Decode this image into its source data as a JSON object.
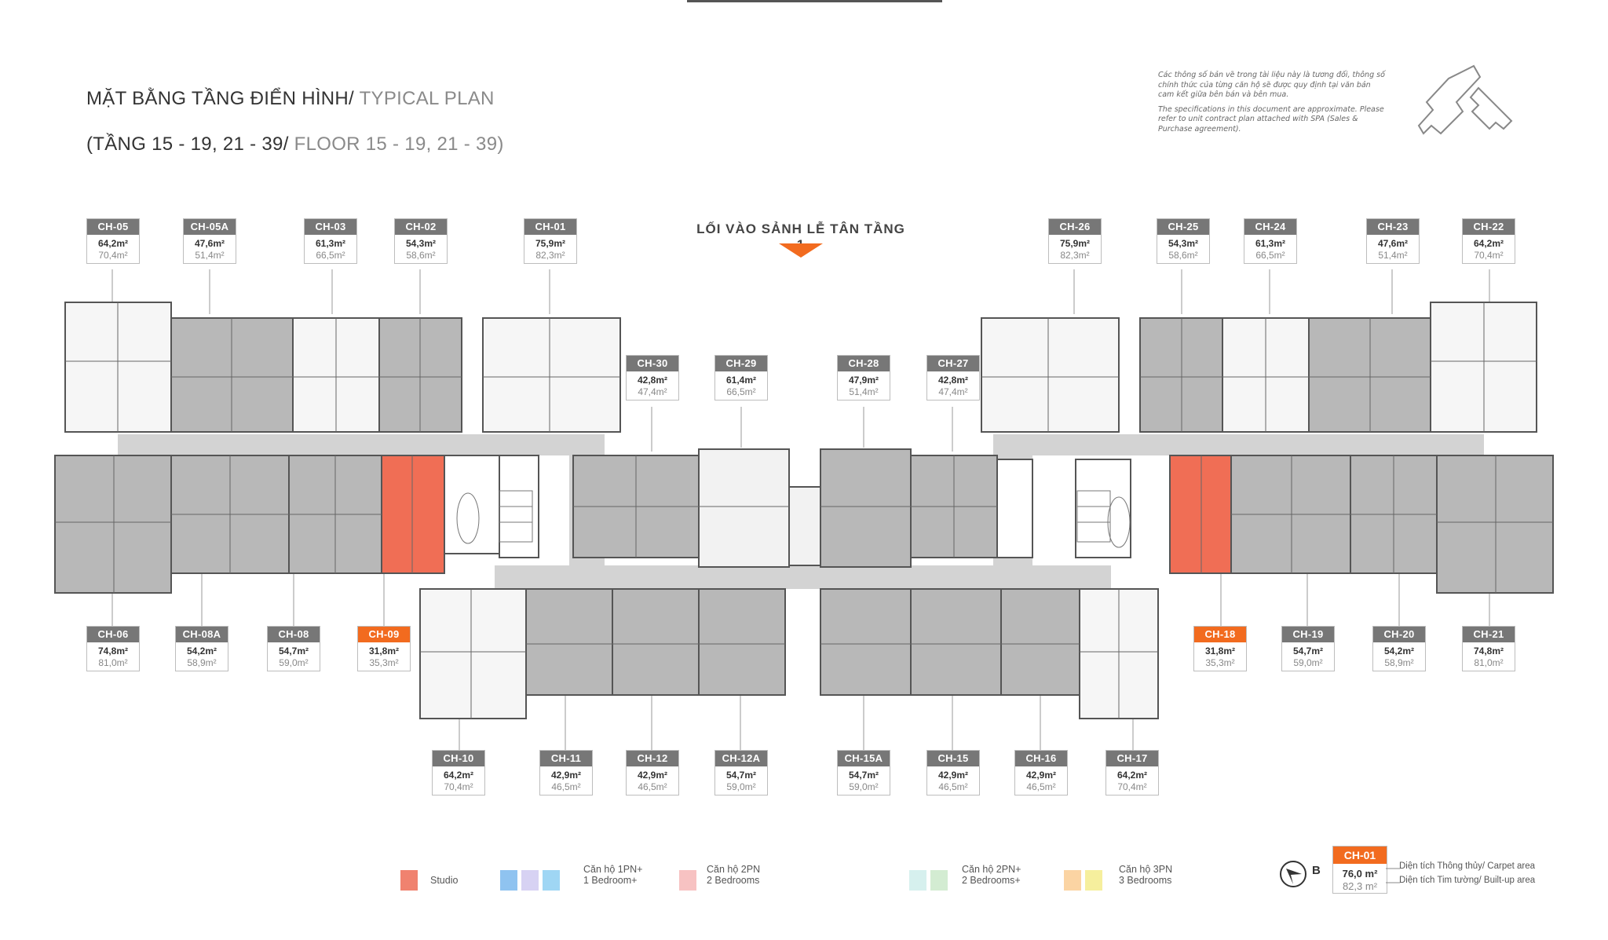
{
  "title": {
    "main_vi": "MẶT BẰNG TẦNG ĐIỂN HÌNH/ ",
    "main_en": "TYPICAL PLAN",
    "floors_vi": "(TẦNG 15 - 19, 21 - 39/ ",
    "floors_en": "FLOOR 15 - 19, 21 - 39)"
  },
  "disclaimer": {
    "vi": "Các thông số bản vẽ trong tài liệu này là tương đối, thông số chính thức của từng căn hộ sẽ được quy định tại văn bản cam kết giữa bên bán và bên mua.",
    "en": "The specifications in this document are approximate. Please refer to unit contract plan attached with SPA (Sales & Purchase agreement)."
  },
  "entrance_label": "LỐI VÀO SẢNH LỄ TÂN TẦNG 1",
  "units": [
    {
      "code": "CH-05",
      "carpet": "64,2m²",
      "built": "70,4m²",
      "hl": false
    },
    {
      "code": "CH-05A",
      "carpet": "47,6m²",
      "built": "51,4m²",
      "hl": false
    },
    {
      "code": "CH-03",
      "carpet": "61,3m²",
      "built": "66,5m²",
      "hl": false
    },
    {
      "code": "CH-02",
      "carpet": "54,3m²",
      "built": "58,6m²",
      "hl": false
    },
    {
      "code": "CH-01",
      "carpet": "75,9m²",
      "built": "82,3m²",
      "hl": false
    },
    {
      "code": "CH-26",
      "carpet": "75,9m²",
      "built": "82,3m²",
      "hl": false
    },
    {
      "code": "CH-25",
      "carpet": "54,3m²",
      "built": "58,6m²",
      "hl": false
    },
    {
      "code": "CH-24",
      "carpet": "61,3m²",
      "built": "66,5m²",
      "hl": false
    },
    {
      "code": "CH-23",
      "carpet": "47,6m²",
      "built": "51,4m²",
      "hl": false
    },
    {
      "code": "CH-22",
      "carpet": "64,2m²",
      "built": "70,4m²",
      "hl": false
    },
    {
      "code": "CH-30",
      "carpet": "42,8m²",
      "built": "47,4m²",
      "hl": false
    },
    {
      "code": "CH-29",
      "carpet": "61,4m²",
      "built": "66,5m²",
      "hl": false
    },
    {
      "code": "CH-28",
      "carpet": "47,9m²",
      "built": "51,4m²",
      "hl": false
    },
    {
      "code": "CH-27",
      "carpet": "42,8m²",
      "built": "47,4m²",
      "hl": false
    },
    {
      "code": "CH-06",
      "carpet": "74,8m²",
      "built": "81,0m²",
      "hl": false
    },
    {
      "code": "CH-08A",
      "carpet": "54,2m²",
      "built": "58,9m²",
      "hl": false
    },
    {
      "code": "CH-08",
      "carpet": "54,7m²",
      "built": "59,0m²",
      "hl": false
    },
    {
      "code": "CH-09",
      "carpet": "31,8m²",
      "built": "35,3m²",
      "hl": true
    },
    {
      "code": "CH-18",
      "carpet": "31,8m²",
      "built": "35,3m²",
      "hl": true
    },
    {
      "code": "CH-19",
      "carpet": "54,7m²",
      "built": "59,0m²",
      "hl": false
    },
    {
      "code": "CH-20",
      "carpet": "54,2m²",
      "built": "58,9m²",
      "hl": false
    },
    {
      "code": "CH-21",
      "carpet": "74,8m²",
      "built": "81,0m²",
      "hl": false
    },
    {
      "code": "CH-10",
      "carpet": "64,2m²",
      "built": "70,4m²",
      "hl": false
    },
    {
      "code": "CH-11",
      "carpet": "42,9m²",
      "built": "46,5m²",
      "hl": false
    },
    {
      "code": "CH-12",
      "carpet": "42,9m²",
      "built": "46,5m²",
      "hl": false
    },
    {
      "code": "CH-12A",
      "carpet": "54,7m²",
      "built": "59,0m²",
      "hl": false
    },
    {
      "code": "CH-15A",
      "carpet": "54,7m²",
      "built": "59,0m²",
      "hl": false
    },
    {
      "code": "CH-15",
      "carpet": "42,9m²",
      "built": "46,5m²",
      "hl": false
    },
    {
      "code": "CH-16",
      "carpet": "42,9m²",
      "built": "46,5m²",
      "hl": false
    },
    {
      "code": "CH-17",
      "carpet": "64,2m²",
      "built": "70,4m²",
      "hl": false
    }
  ],
  "legend": {
    "studio": "Studio",
    "one_bed_plus": {
      "vi": "Căn hộ 1PN+",
      "en": "1 Bedroom+"
    },
    "two_bed": {
      "vi": "Căn hộ 2PN",
      "en": "2 Bedrooms"
    },
    "two_bed_plus": {
      "vi": "Căn hộ 2PN+",
      "en": "2 Bedrooms+"
    },
    "three_bed": {
      "vi": "Căn hộ 3PN",
      "en": "3 Bedrooms"
    },
    "compass_label": "B",
    "sample_unit": {
      "code": "CH-01",
      "carpet": "76,0 m²",
      "built": "82,3 m²"
    },
    "carpet_desc": "Diện tích Thông thủy/ Carpet area",
    "built_desc": "Diện tích Tim tường/ Built-up area"
  },
  "colors": {
    "accent": "#f26b1f",
    "studio": "#f0826f",
    "one_bed_plus": [
      "#8fc3f0",
      "#d7d2f3",
      "#9fd6f4"
    ],
    "two_bed": "#f7c2c2",
    "two_bed_plus": [
      "#d6f0ee",
      "#d3ecd2"
    ],
    "three_bed": [
      "#fbd4a3",
      "#f6ef9d"
    ]
  }
}
